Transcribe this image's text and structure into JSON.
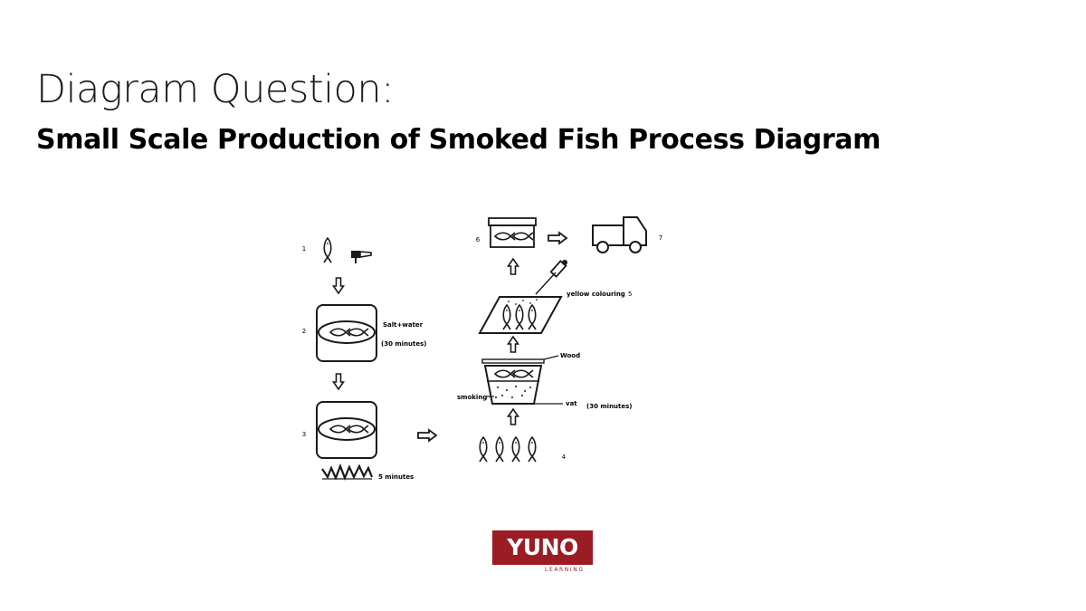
{
  "header": {
    "title": "Diagram Question:",
    "subtitle": "Small Scale Production of Smoked Fish Process Diagram"
  },
  "diagram": {
    "steps": [
      {
        "number": "1"
      },
      {
        "number": "2",
        "label": "Salt+water",
        "duration": "(30 minutes)"
      },
      {
        "number": "3",
        "duration": "5 minutes"
      },
      {
        "number": "4"
      },
      {
        "number": "5",
        "label": "yellow colouring"
      },
      {
        "number": "6"
      },
      {
        "number": "7"
      }
    ],
    "smoking_stage": {
      "left_label": "smoking",
      "top_label": "Wood",
      "right_label": "vat",
      "duration": "(30 minutes)"
    }
  },
  "logo": {
    "text": "YUNO",
    "subtext": "LEARNING",
    "color": "#9b1c24"
  },
  "colors": {
    "ink": "#1a1a1a",
    "brand": "#9b1c24"
  }
}
